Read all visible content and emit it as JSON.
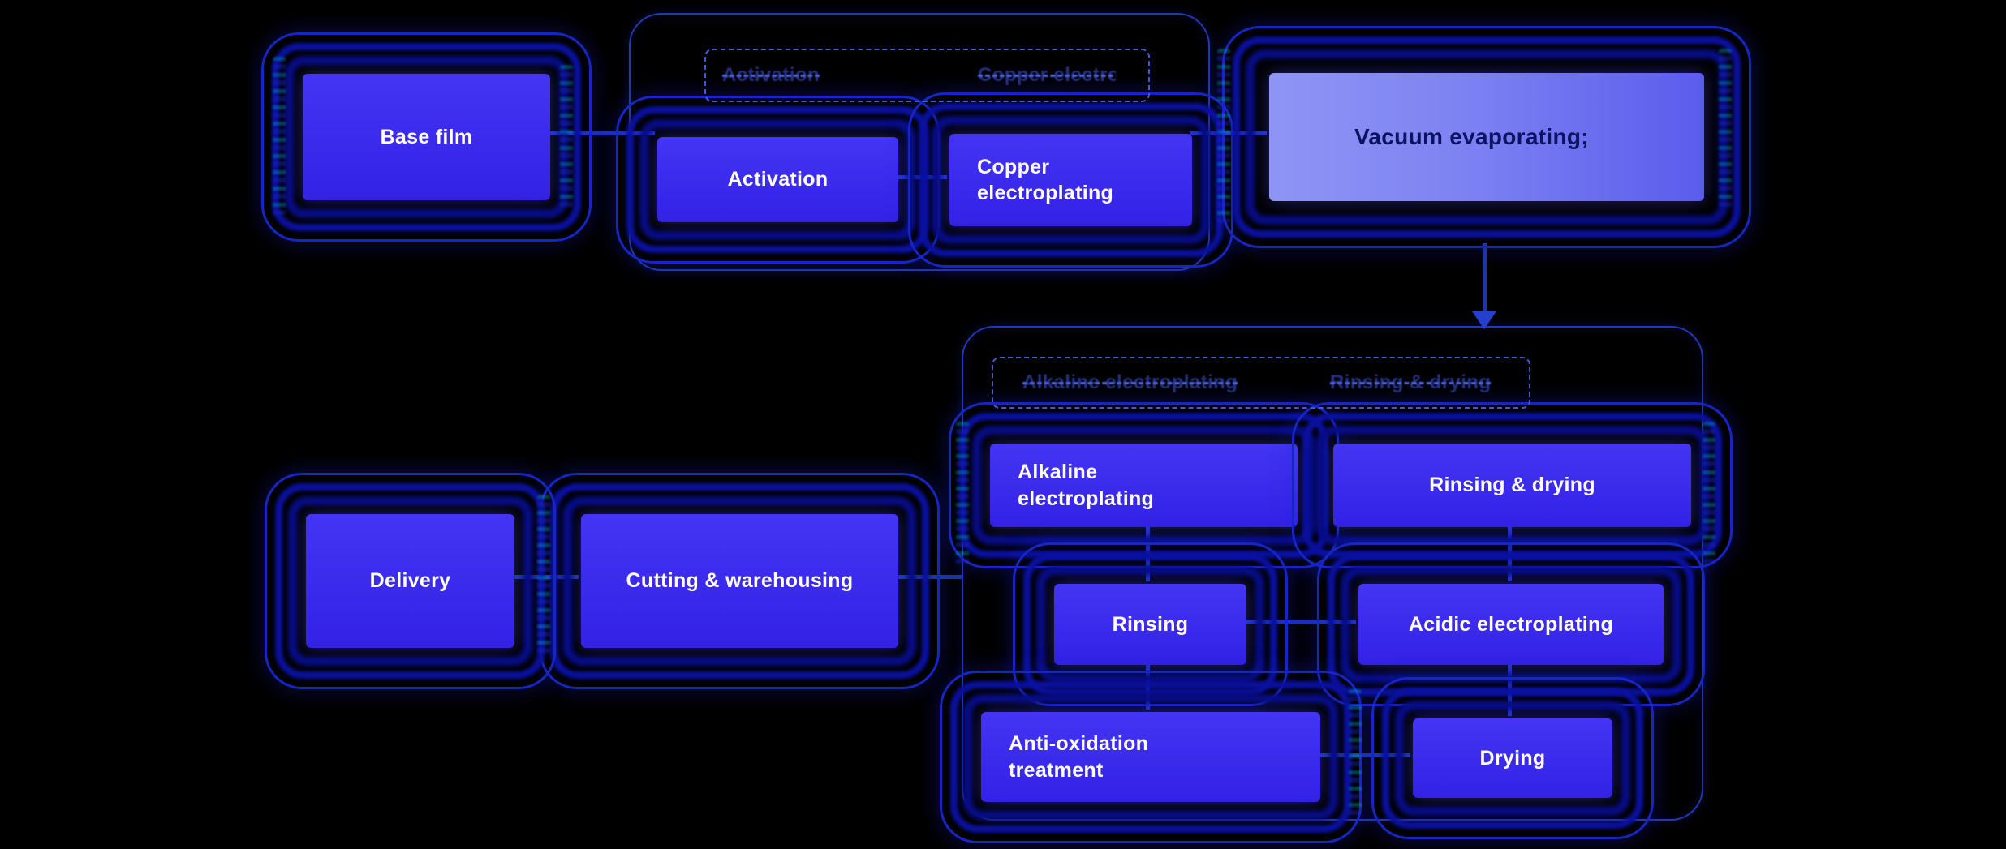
{
  "colors": {
    "background": "#000000",
    "node_fill": "#3b2cf0",
    "node_text": "#ffffff",
    "highlight_node_fill_start": "#8f95f4",
    "highlight_node_fill_end": "#5b5cec",
    "highlight_node_text": "#0b1362",
    "halo_ring": "#0a10a0",
    "group_border": "#2138b8",
    "dashed_box_border": "#4458d8",
    "connector": "#1c33b4",
    "ghost_text": "#24307e"
  },
  "nodes": {
    "base_film": "Base film",
    "activation": "Activation",
    "copper_electroplating": "Copper electroplating",
    "vacuum_evaporating": "Vacuum evaporating;",
    "alkaline_electroplating": "Alkaline electroplating",
    "rinsing_drying": "Rinsing & drying",
    "rinsing": "Rinsing",
    "acidic_electroplating": "Acidic electroplating",
    "anti_oxidation_treatment": "Anti-oxidation treatment",
    "drying": "Drying",
    "cutting_warehousing": "Cutting & warehousing",
    "delivery": "Delivery"
  },
  "ghosts": {
    "top_left": "Activation",
    "top_right": "Copper electroplating",
    "bottom_left": "Alkaline electroplating",
    "bottom_right": "Rinsing & drying"
  },
  "connections": [
    [
      "Base film",
      "Activation"
    ],
    [
      "Activation",
      "Copper electroplating"
    ],
    [
      "Copper electroplating",
      "Vacuum evaporating;"
    ],
    [
      "Vacuum evaporating;",
      "Alkaline electroplating group"
    ],
    [
      "Alkaline electroplating",
      "Rinsing"
    ],
    [
      "Rinsing & drying",
      "Acidic electroplating"
    ],
    [
      "Rinsing",
      "Acidic electroplating"
    ],
    [
      "Rinsing",
      "Anti-oxidation treatment"
    ],
    [
      "Acidic electroplating",
      "Drying"
    ],
    [
      "Anti-oxidation treatment",
      "Drying"
    ],
    [
      "Plating group",
      "Cutting & warehousing"
    ],
    [
      "Cutting & warehousing",
      "Delivery"
    ]
  ]
}
